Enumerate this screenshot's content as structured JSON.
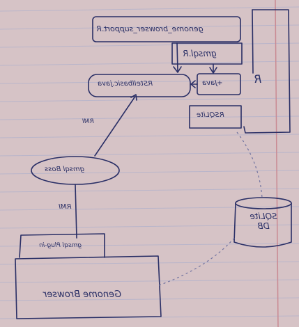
{
  "diagram": {
    "nodes": {
      "genome_browser_support_r": "genome_browser_support.R",
      "gmsql_r": "gmsql.R",
      "java": "+Java",
      "rstellbasic_java": "RStellbasic.java",
      "rsqlite": "RSQLite",
      "r_container": "R",
      "gmsql_boss": "gmsql Boss",
      "gmsql_plugin": "gmsql Plug-in",
      "genome_browser": "Genome Browser",
      "sqlite_db": "SQLite DB"
    },
    "edges": {
      "rmi_upper": "RMI",
      "rmi_lower": "RMI"
    }
  },
  "colors": {
    "paper": "#d6c3c6",
    "ink": "#2a2f66",
    "rule_blue": "#a7a9c9",
    "margin_red": "#c98a93"
  }
}
